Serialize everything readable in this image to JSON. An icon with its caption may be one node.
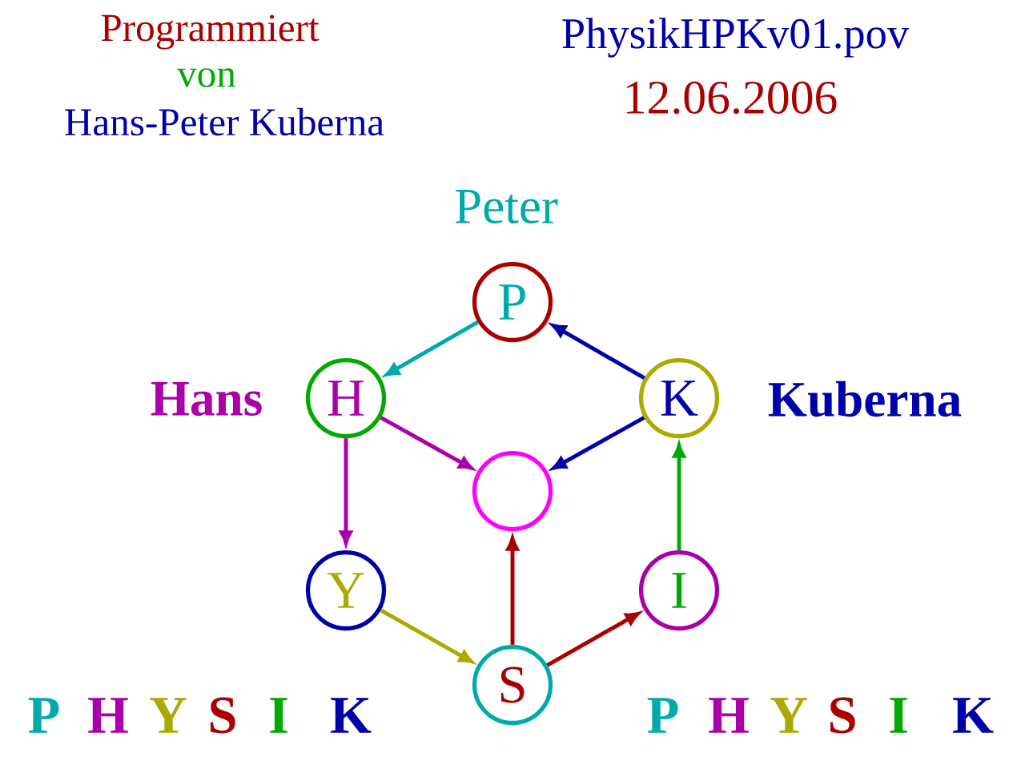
{
  "diagram": {
    "nodes": [
      {
        "text": [
          "P"
        ],
        "beside": [
          "Peter"
        ]
      },
      {
        "text": [
          "H"
        ],
        "beside": [
          "Hans"
        ]
      },
      {
        "text": [
          "K"
        ],
        "beside": [
          "Kuberna"
        ]
      },
      {
        "text": [],
        "shape": "circle"
      },
      {
        "text": [
          "Y"
        ]
      },
      {
        "text": [
          "I"
        ]
      },
      {
        "text": [
          "S"
        ]
      }
    ],
    "edges": [
      {
        "from": 0,
        "to": 1,
        "arrow": "to",
        "color": "#00aaaa"
      },
      {
        "from": 2,
        "to": 0,
        "arrow": "to",
        "color": "#0000aa"
      },
      {
        "from": 1,
        "to": 3,
        "arrow": "to",
        "color": "#aa00aa"
      },
      {
        "from": 2,
        "to": 3,
        "arrow": "to",
        "color": "#0000aa"
      },
      {
        "from": 1,
        "to": 4,
        "arrow": "to",
        "color": "#aa00aa"
      },
      {
        "from": 6,
        "to": 3,
        "arrow": "to",
        "color": "#aa0000"
      },
      {
        "from": 4,
        "to": 6,
        "arrow": "to",
        "color": "#aaaa00"
      },
      {
        "from": 6,
        "to": 5,
        "arrow": "to",
        "color": "#aa0000"
      },
      {
        "from": 5,
        "to": 2,
        "arrow": "to",
        "color": "#00aa00"
      }
    ],
    "labels": [
      "Programmiert",
      "von",
      "Hans-Peter Kuberna",
      "PhysikHPKv01.pov",
      "12.06.2006",
      "P",
      "H",
      "Y",
      "S",
      "I",
      "K",
      "P",
      "H",
      "Y",
      "S",
      "I",
      "K"
    ]
  }
}
